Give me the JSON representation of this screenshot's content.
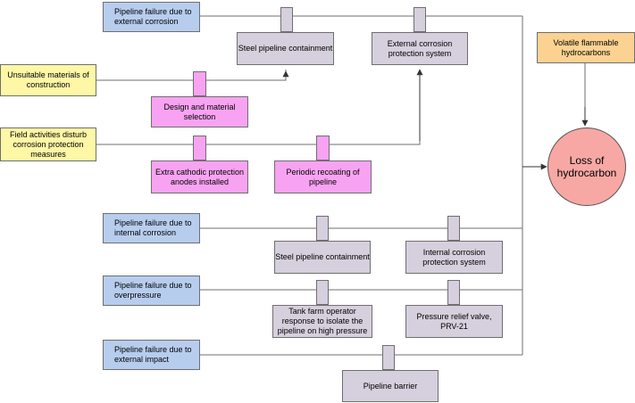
{
  "colors": {
    "threat": "#b7cdee",
    "barrier": "#d6cfdd",
    "escalation_factor": "#fdf7a6",
    "escalation_barrier": "#f8a3f2",
    "hazard": "#fbd291",
    "top_event": "#f8a8a4",
    "line": "#6f6f6f"
  },
  "hazard": {
    "text": "Volatile flammable hydrocarbons"
  },
  "top_event": {
    "text": "Loss of hydrocarbon"
  },
  "threats": {
    "external_corrosion": "Pipeline failure due to external corrosion",
    "internal_corrosion": "Pipeline failure due to internal corrosion",
    "overpressure": "Pipeline failure due to overpressure",
    "external_impact": "Pipeline failure due to external impact"
  },
  "escalation_factors": {
    "unsuitable_materials": "Unsuitable materials of construction",
    "field_activities": "Field activities disturb corrosion protection measures"
  },
  "barriers": {
    "steel_containment_1": "Steel pipeline containment",
    "external_corrosion_protection": "External corrosion protection system",
    "steel_containment_2": "Steel pipeline containment",
    "internal_corrosion_protection": "Internal corrosion protection system",
    "tank_farm_operator": "Tank farm operator response to isolate the pipeline on high pressure",
    "pressure_relief_valve": "Pressure relief valve, PRV-21",
    "pipeline_barrier": "Pipeline barrier"
  },
  "escalation_barriers": {
    "design_material_selection": "Design and material selection",
    "extra_cathodic": "Extra cathodic protection anodes installed",
    "periodic_recoating": "Periodic recoating of pipeline"
  }
}
